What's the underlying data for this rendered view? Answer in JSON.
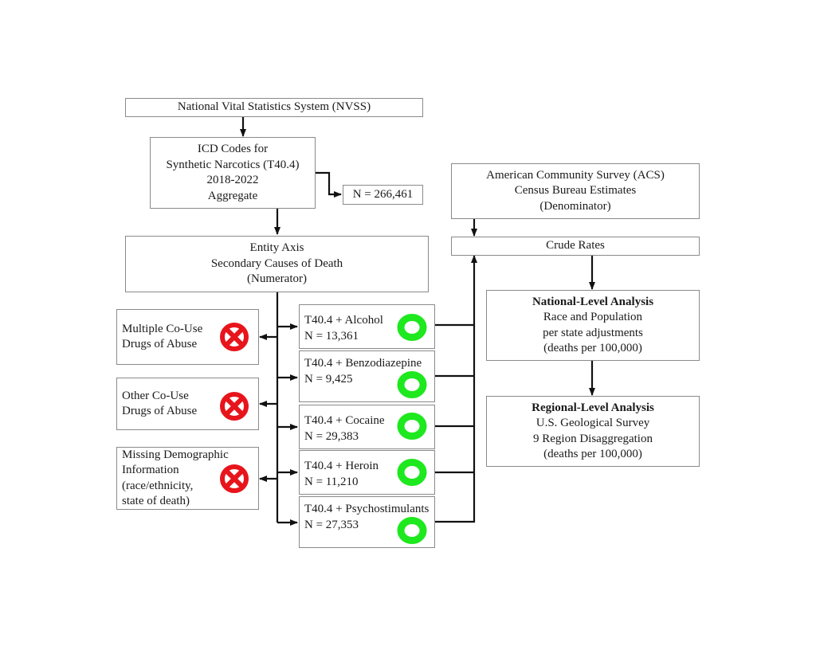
{
  "colors": {
    "exclude_icon": "#e8141b",
    "include_icon": "#1ee81e",
    "box_border": "#8a8a8a",
    "arrow": "#111111"
  },
  "nvss": {
    "title": "National Vital Statistics System (NVSS)"
  },
  "icd": {
    "lines": [
      "ICD Codes for",
      "Synthetic Narcotics (T40.4)",
      "2018-2022",
      "Aggregate"
    ]
  },
  "total": {
    "label": "N = 266,461"
  },
  "entity": {
    "lines": [
      "Entity Axis",
      "Secondary Causes of Death",
      "(Numerator)"
    ]
  },
  "excluded": [
    {
      "lines": [
        "Multiple Co-Use",
        "Drugs of Abuse"
      ],
      "icon": "exclude-x-icon"
    },
    {
      "lines": [
        "Other Co-Use",
        "Drugs of Abuse"
      ],
      "icon": "exclude-x-icon"
    },
    {
      "lines": [
        "Missing Demographic",
        "Information",
        "(race/ethnicity,",
        "state of death)"
      ],
      "icon": "exclude-x-icon"
    }
  ],
  "included": [
    {
      "label": "T40.4 + Alcohol",
      "n": "N = 13,361",
      "icon": "include-ring-icon"
    },
    {
      "label": "T40.4 + Benzodiazepine",
      "n": "N = 9,425",
      "icon": "include-ring-icon"
    },
    {
      "label": "T40.4 + Cocaine",
      "n": "N = 29,383",
      "icon": "include-ring-icon"
    },
    {
      "label": "T40.4 + Heroin",
      "n": "N = 11,210",
      "icon": "include-ring-icon"
    },
    {
      "label": "T40.4 + Psychostimulants",
      "n": "N = 27,353",
      "icon": "include-ring-icon"
    }
  ],
  "acs": {
    "lines": [
      "American Community Survey (ACS)",
      "Census Bureau Estimates",
      "(Denominator)"
    ]
  },
  "crude": {
    "title": "Crude Rates"
  },
  "national": {
    "title": "National-Level Analysis",
    "lines": [
      "Race and Population",
      "per state adjustments",
      "(deaths per 100,000)"
    ]
  },
  "regional": {
    "title": "Regional-Level Analysis",
    "lines": [
      "U.S. Geological Survey",
      "9 Region Disaggregation",
      "(deaths per 100,000)"
    ]
  }
}
